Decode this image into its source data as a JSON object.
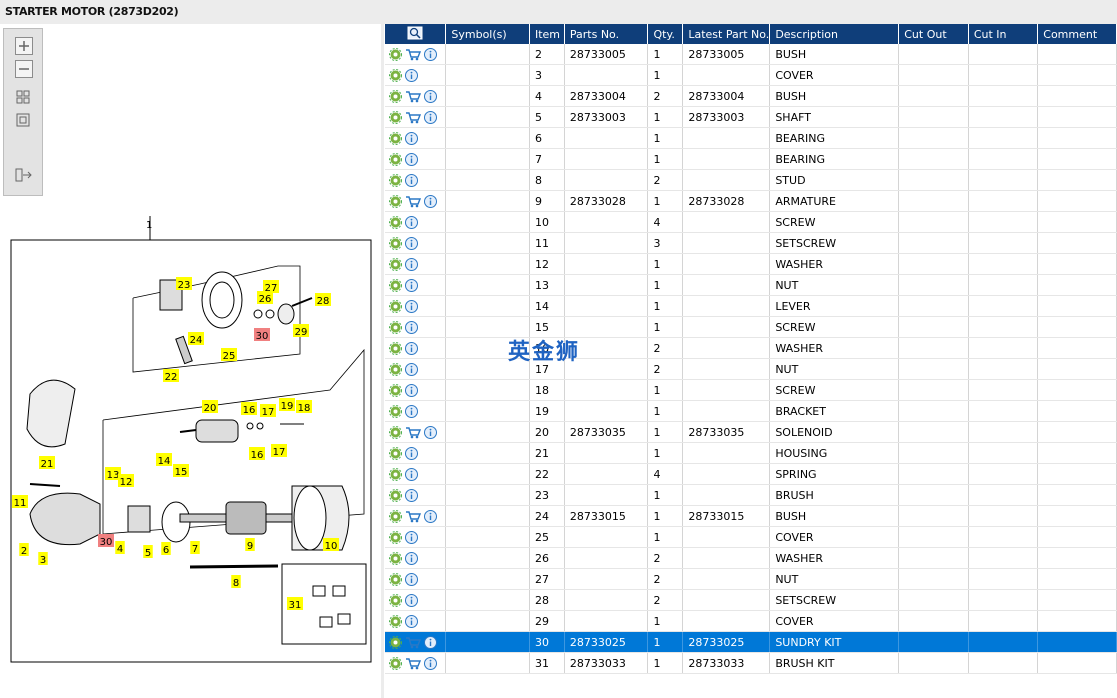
{
  "window": {
    "title": "STARTER MOTOR (2873D202)"
  },
  "toolbar": {
    "buttons": [
      {
        "name": "zoom-in-icon"
      },
      {
        "name": "zoom-out-icon"
      },
      {
        "name": "fit-grid-icon"
      },
      {
        "name": "reset-view-icon"
      },
      {
        "name": "export-icon"
      }
    ]
  },
  "diagram": {
    "assembly_label": "1",
    "callouts": [
      "23",
      "27",
      "26",
      "28",
      "24",
      "30",
      "29",
      "25",
      "22",
      "20",
      "16",
      "17",
      "19",
      "18",
      "21",
      "14",
      "13",
      "12",
      "15",
      "16",
      "17",
      "11",
      "2",
      "3",
      "30",
      "4",
      "5",
      "6",
      "7",
      "9",
      "10",
      "8",
      "31"
    ]
  },
  "table": {
    "headers": [
      "",
      "Symbol(s)",
      "Item",
      "Parts No.",
      "Qty.",
      "Latest Part No.",
      "Description",
      "Cut Out",
      "Cut In",
      "Comment"
    ],
    "rows": [
      {
        "cart": true,
        "item": "2",
        "parts_no": "28733005",
        "qty": "1",
        "latest": "28733005",
        "desc": "BUSH"
      },
      {
        "cart": false,
        "item": "3",
        "parts_no": "",
        "qty": "1",
        "latest": "",
        "desc": "COVER"
      },
      {
        "cart": true,
        "item": "4",
        "parts_no": "28733004",
        "qty": "2",
        "latest": "28733004",
        "desc": "BUSH"
      },
      {
        "cart": true,
        "item": "5",
        "parts_no": "28733003",
        "qty": "1",
        "latest": "28733003",
        "desc": "SHAFT"
      },
      {
        "cart": false,
        "item": "6",
        "parts_no": "",
        "qty": "1",
        "latest": "",
        "desc": "BEARING"
      },
      {
        "cart": false,
        "item": "7",
        "parts_no": "",
        "qty": "1",
        "latest": "",
        "desc": "BEARING"
      },
      {
        "cart": false,
        "item": "8",
        "parts_no": "",
        "qty": "2",
        "latest": "",
        "desc": "STUD"
      },
      {
        "cart": true,
        "item": "9",
        "parts_no": "28733028",
        "qty": "1",
        "latest": "28733028",
        "desc": "ARMATURE"
      },
      {
        "cart": false,
        "item": "10",
        "parts_no": "",
        "qty": "4",
        "latest": "",
        "desc": "SCREW"
      },
      {
        "cart": false,
        "item": "11",
        "parts_no": "",
        "qty": "3",
        "latest": "",
        "desc": "SETSCREW"
      },
      {
        "cart": false,
        "item": "12",
        "parts_no": "",
        "qty": "1",
        "latest": "",
        "desc": "WASHER"
      },
      {
        "cart": false,
        "item": "13",
        "parts_no": "",
        "qty": "1",
        "latest": "",
        "desc": "NUT"
      },
      {
        "cart": false,
        "item": "14",
        "parts_no": "",
        "qty": "1",
        "latest": "",
        "desc": "LEVER"
      },
      {
        "cart": false,
        "item": "15",
        "parts_no": "",
        "qty": "1",
        "latest": "",
        "desc": "SCREW"
      },
      {
        "cart": false,
        "item": "16",
        "parts_no": "",
        "qty": "2",
        "latest": "",
        "desc": "WASHER"
      },
      {
        "cart": false,
        "item": "17",
        "parts_no": "",
        "qty": "2",
        "latest": "",
        "desc": "NUT"
      },
      {
        "cart": false,
        "item": "18",
        "parts_no": "",
        "qty": "1",
        "latest": "",
        "desc": "SCREW"
      },
      {
        "cart": false,
        "item": "19",
        "parts_no": "",
        "qty": "1",
        "latest": "",
        "desc": "BRACKET"
      },
      {
        "cart": true,
        "item": "20",
        "parts_no": "28733035",
        "qty": "1",
        "latest": "28733035",
        "desc": "SOLENOID"
      },
      {
        "cart": false,
        "item": "21",
        "parts_no": "",
        "qty": "1",
        "latest": "",
        "desc": "HOUSING"
      },
      {
        "cart": false,
        "item": "22",
        "parts_no": "",
        "qty": "4",
        "latest": "",
        "desc": "SPRING"
      },
      {
        "cart": false,
        "item": "23",
        "parts_no": "",
        "qty": "1",
        "latest": "",
        "desc": "BRUSH"
      },
      {
        "cart": true,
        "item": "24",
        "parts_no": "28733015",
        "qty": "1",
        "latest": "28733015",
        "desc": "BUSH"
      },
      {
        "cart": false,
        "item": "25",
        "parts_no": "",
        "qty": "1",
        "latest": "",
        "desc": "COVER"
      },
      {
        "cart": false,
        "item": "26",
        "parts_no": "",
        "qty": "2",
        "latest": "",
        "desc": "WASHER"
      },
      {
        "cart": false,
        "item": "27",
        "parts_no": "",
        "qty": "2",
        "latest": "",
        "desc": "NUT"
      },
      {
        "cart": false,
        "item": "28",
        "parts_no": "",
        "qty": "2",
        "latest": "",
        "desc": "SETSCREW"
      },
      {
        "cart": false,
        "item": "29",
        "parts_no": "",
        "qty": "1",
        "latest": "",
        "desc": "COVER"
      },
      {
        "cart": true,
        "item": "30",
        "parts_no": "28733025",
        "qty": "1",
        "latest": "28733025",
        "desc": "SUNDRY KIT",
        "selected": true
      },
      {
        "cart": true,
        "item": "31",
        "parts_no": "28733033",
        "qty": "1",
        "latest": "28733033",
        "desc": "BRUSH KIT"
      }
    ]
  },
  "watermark": "英金狮",
  "colors": {
    "header_bg": "#0f3e7a",
    "selected_row": "#0078d7",
    "callout_yellow": "#ffff00",
    "callout_red": "#f08080"
  }
}
